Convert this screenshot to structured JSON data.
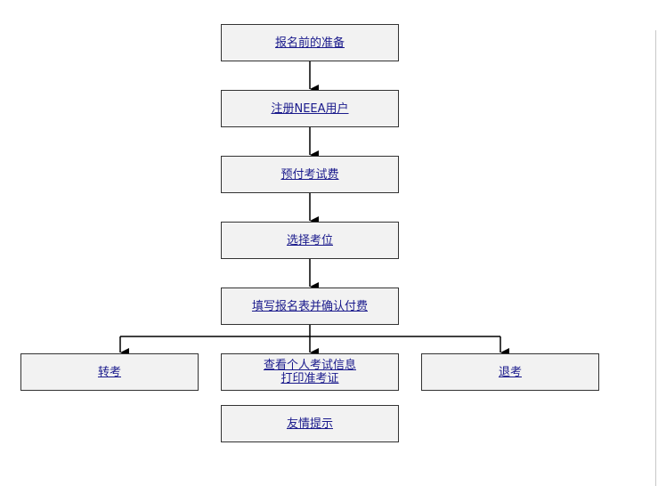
{
  "flowchart": {
    "steps": [
      {
        "id": "prepare",
        "label": "报名前的准备"
      },
      {
        "id": "register",
        "label": "注册NEEA用户"
      },
      {
        "id": "prepay",
        "label": "预付考试费"
      },
      {
        "id": "choose-seat",
        "label": "选择考位"
      },
      {
        "id": "fill-form",
        "label": "填写报名表并确认付费"
      }
    ],
    "branches": [
      {
        "id": "transfer",
        "label": "转考"
      },
      {
        "id": "view-info",
        "label_line1": "查看个人考试信息",
        "label_line2": "打印准考证"
      },
      {
        "id": "withdraw",
        "label": "退考"
      }
    ],
    "tips": {
      "label": "友情提示"
    }
  },
  "colors": {
    "box_fill": "#f2f2f2",
    "box_border": "#333333",
    "link": "#1a1a8c",
    "connector": "#000000"
  }
}
